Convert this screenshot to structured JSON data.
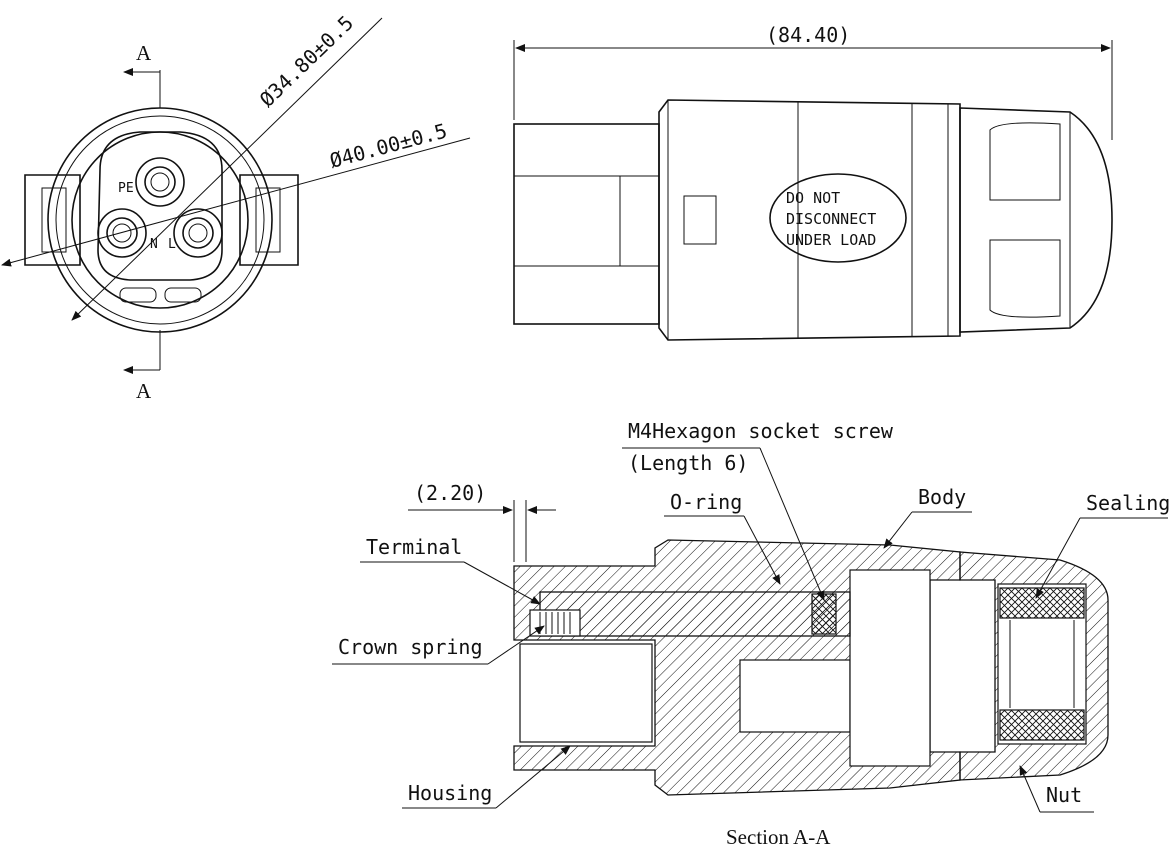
{
  "front_view": {
    "section_mark": "A",
    "dim_inner": "Ø34.80±0.5",
    "dim_outer": "Ø40.00±0.5",
    "pin_pe": "PE",
    "pin_n": "N",
    "pin_l": "L"
  },
  "side_view": {
    "overall_length": "(84.40)",
    "warning_line1": "DO NOT",
    "warning_line2": "DISCONNECT",
    "warning_line3": "UNDER LOAD"
  },
  "section": {
    "title": "Section A-A",
    "gap_dim": "(2.20)",
    "labels": {
      "screw_line1": "M4Hexagon socket screw",
      "screw_line2": "(Length 6)",
      "oring": "O-ring",
      "body": "Body",
      "sealing": "Sealing",
      "terminal": "Terminal",
      "crown_spring": "Crown spring",
      "housing": "Housing",
      "nut": "Nut"
    }
  }
}
